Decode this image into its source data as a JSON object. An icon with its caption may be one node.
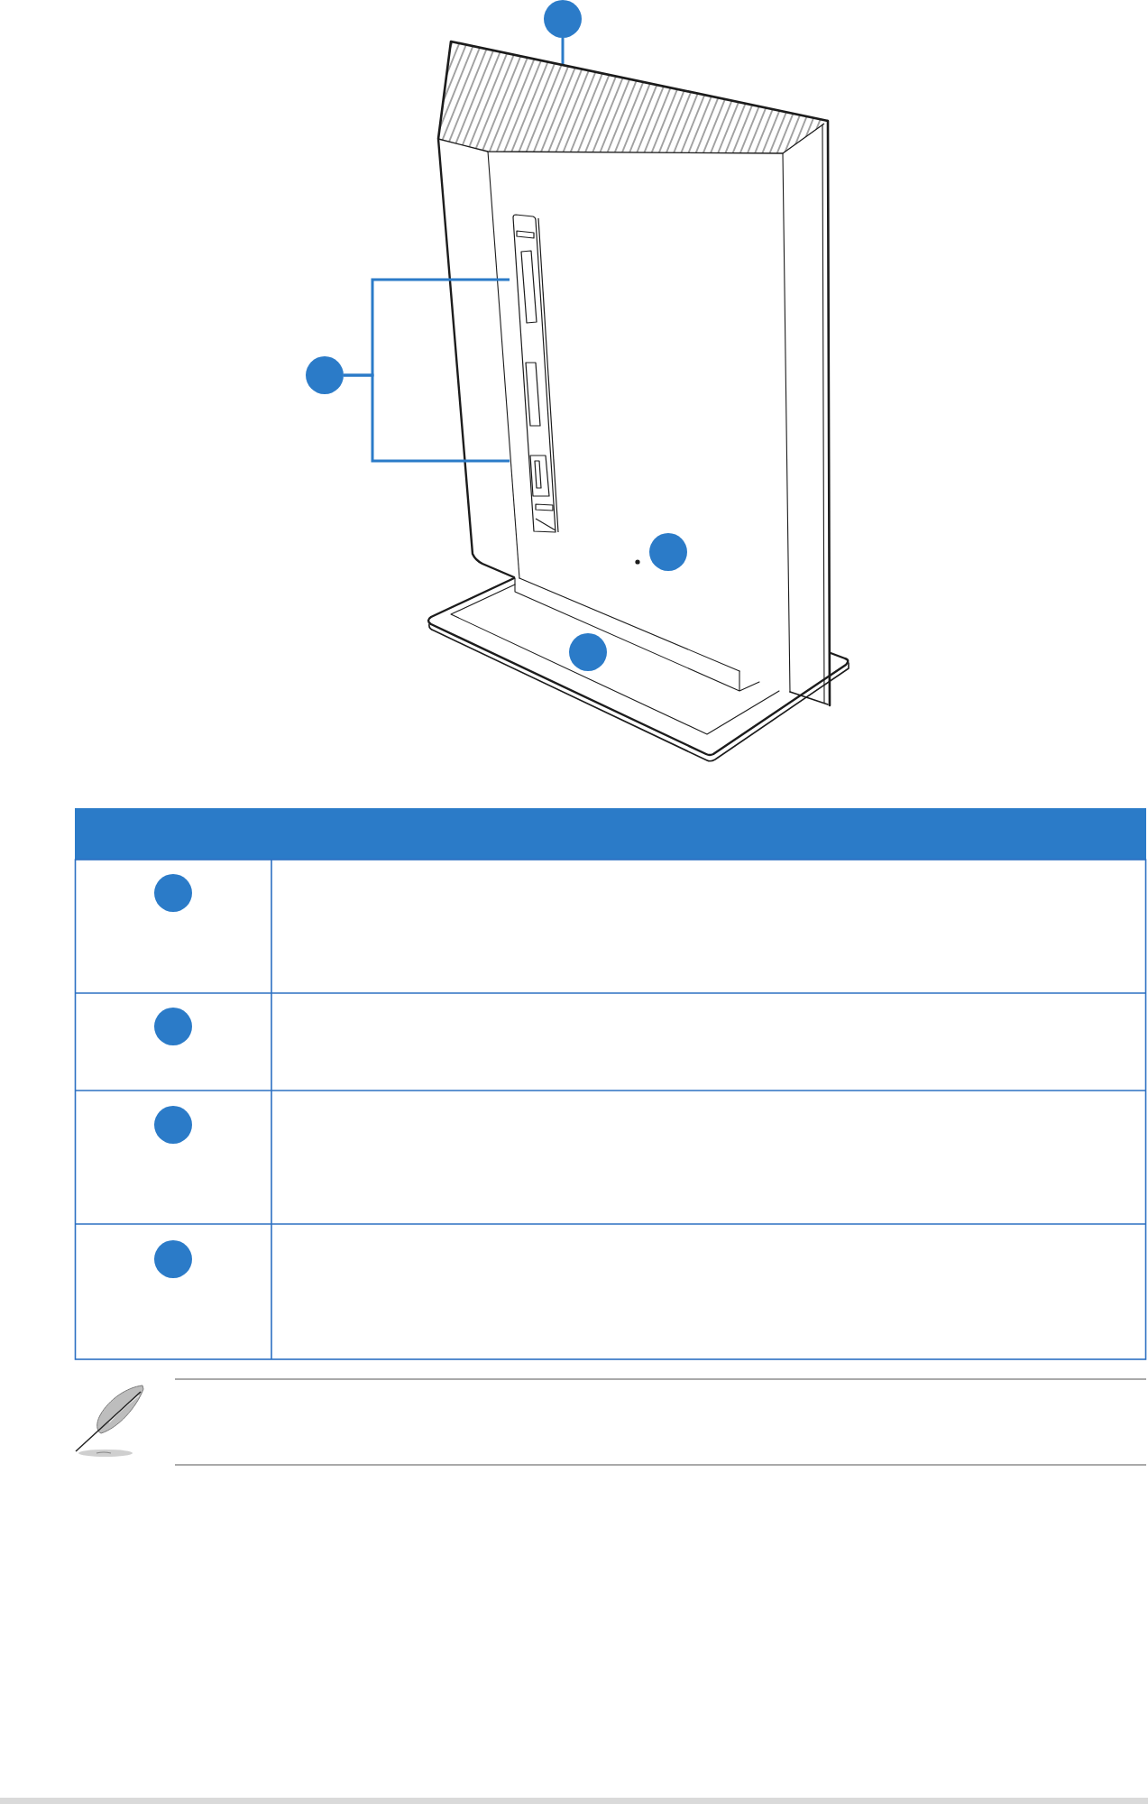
{
  "diagram": {
    "nodes": [
      {
        "text": [],
        "shape": "circle"
      },
      {
        "text": [],
        "shape": "picture"
      },
      {
        "text": [],
        "shape": "picture"
      },
      {
        "text": [],
        "shape": "circle"
      },
      {
        "text": [],
        "shape": "circle"
      },
      {
        "text": [],
        "shape": "circle"
      },
      {
        "text": [],
        "shape": "circle"
      },
      {
        "text": [],
        "shape": "circle"
      },
      {
        "text": [],
        "shape": "circle"
      },
      {
        "text": [],
        "shape": "circle"
      }
    ],
    "edges": [
      {
        "from": 0,
        "to": 1,
        "arrow": "none"
      },
      {
        "from": 3,
        "to": 2,
        "arrow": "none"
      },
      {
        "from": 3,
        "to": 2,
        "arrow": "none"
      }
    ]
  }
}
